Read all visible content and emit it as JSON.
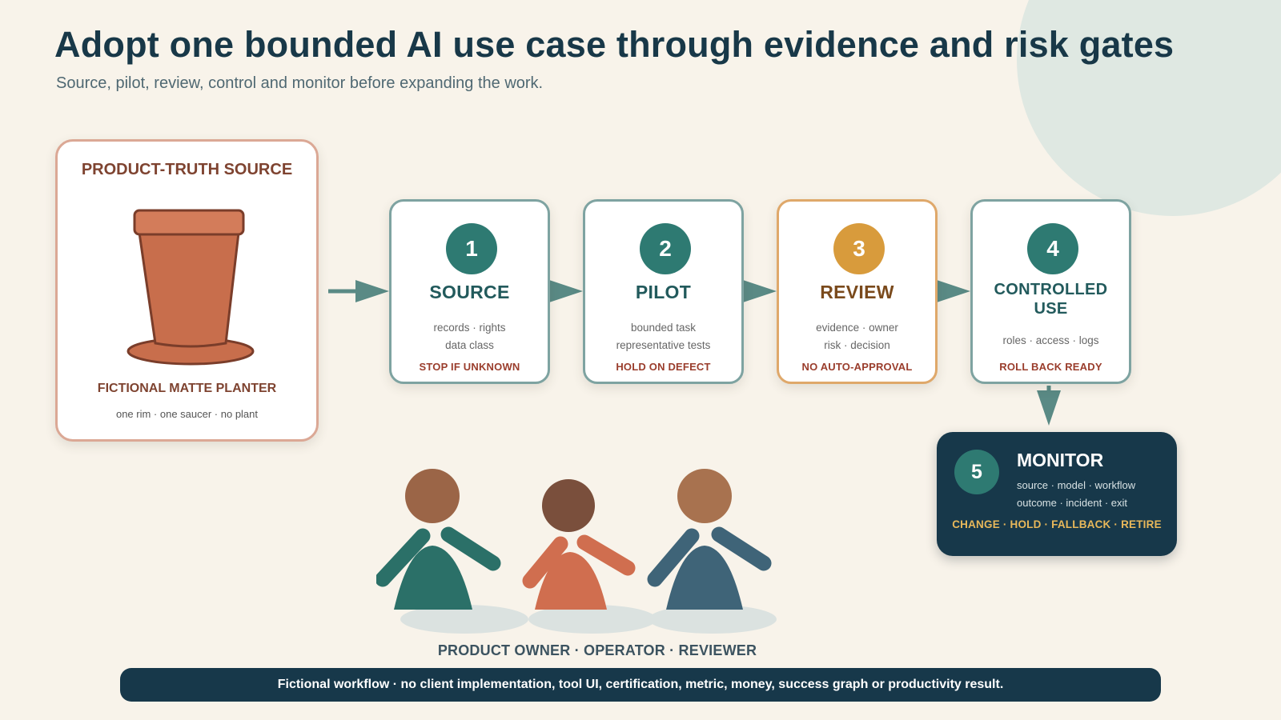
{
  "title": "Adopt one bounded AI use case through evidence and risk gates",
  "subtitle": "Source, pilot, review, control and monitor before expanding the work.",
  "source_card": {
    "heading": "PRODUCT-TRUTH SOURCE",
    "name": "FICTIONAL MATTE PLANTER",
    "note": "one rim · one saucer · no plant"
  },
  "steps": [
    {
      "number": "1",
      "label": "SOURCE",
      "details": [
        "records · rights",
        "data class"
      ],
      "gate": "STOP IF UNKNOWN"
    },
    {
      "number": "2",
      "label": "PILOT",
      "details": [
        "bounded task",
        "representative tests"
      ],
      "gate": "HOLD ON DEFECT"
    },
    {
      "number": "3",
      "label": "REVIEW",
      "details": [
        "evidence · owner",
        "risk · decision"
      ],
      "gate": "NO AUTO-APPROVAL"
    },
    {
      "number": "4",
      "label_lines": [
        "CONTROLLED",
        "USE"
      ],
      "details": [
        "roles · access · logs"
      ],
      "gate": "ROLL BACK READY"
    }
  ],
  "monitor": {
    "number": "5",
    "label": "MONITOR",
    "details": [
      "source · model · workflow",
      "outcome · incident · exit"
    ],
    "actions": "CHANGE · HOLD · FALLBACK · RETIRE"
  },
  "roles": "PRODUCT OWNER · OPERATOR · REVIEWER",
  "footer": "Fictional workflow · no client implementation, tool UI, certification, metric, money, success graph or productivity result.",
  "colors": {
    "background": "#f8f3ea",
    "navy": "#17384a",
    "teal": "#2e7a72",
    "amber": "#d89b3c",
    "terracotta": "#c86e4c",
    "gate_red": "#9a3d2c"
  }
}
